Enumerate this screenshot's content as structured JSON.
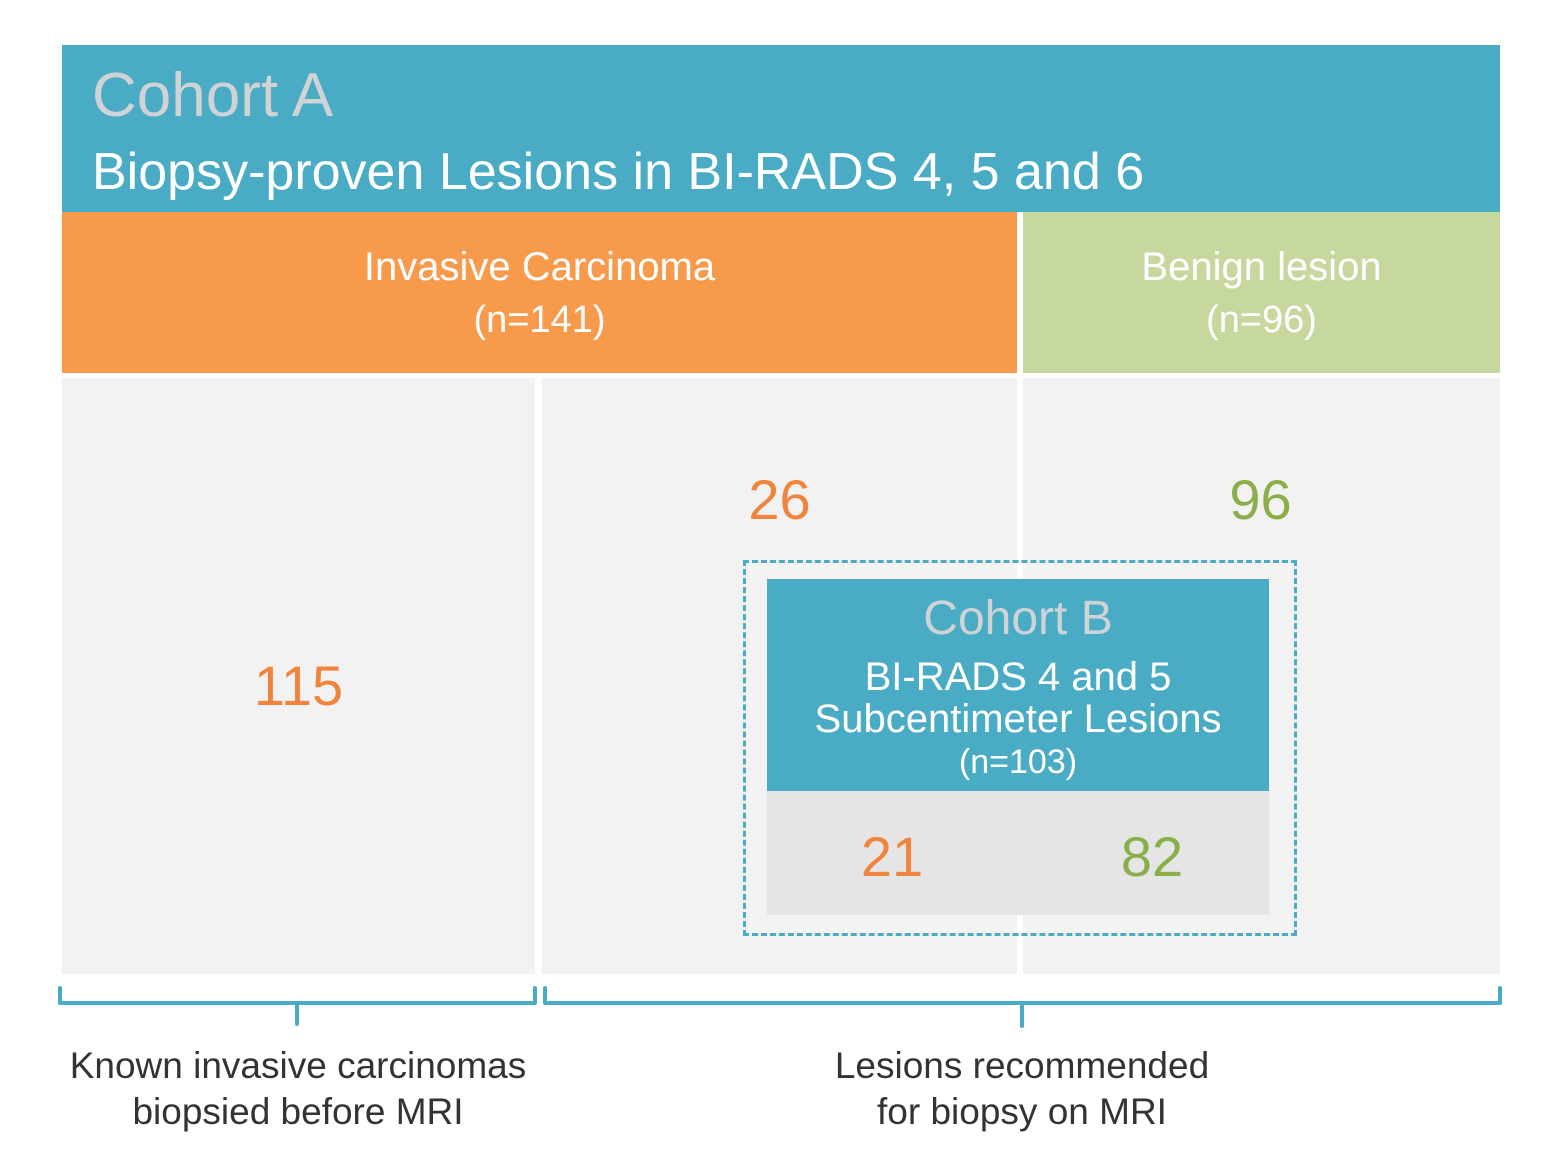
{
  "cohort_a": {
    "title": "Cohort A",
    "subtitle": "Biopsy-proven Lesions in BI-RADS 4, 5 and 6"
  },
  "categories": {
    "invasive": {
      "label": "Invasive Carcinoma",
      "count": "(n=141)"
    },
    "benign": {
      "label": "Benign lesion",
      "count": "(n=96)"
    }
  },
  "values": {
    "known_invasive": "115",
    "recommended_invasive": "26",
    "recommended_benign": "96"
  },
  "cohort_b": {
    "title": "Cohort B",
    "line1": "BI-RADS 4 and 5",
    "line2": "Subcentimeter Lesions",
    "count": "(n=103)",
    "invasive_value": "21",
    "benign_value": "82"
  },
  "captions": {
    "left_line1": "Known invasive carcinomas",
    "left_line2": "biopsied before MRI",
    "right_line1": "Lesions recommended",
    "right_line2": "for biopsy on MRI"
  },
  "colors": {
    "teal": "#4aabc5",
    "orange": "#f79a4c",
    "green": "#c6d89e",
    "orange_text": "#f0843c",
    "green_text": "#8aaf4a",
    "cell_gray": "#f2f2f2"
  }
}
